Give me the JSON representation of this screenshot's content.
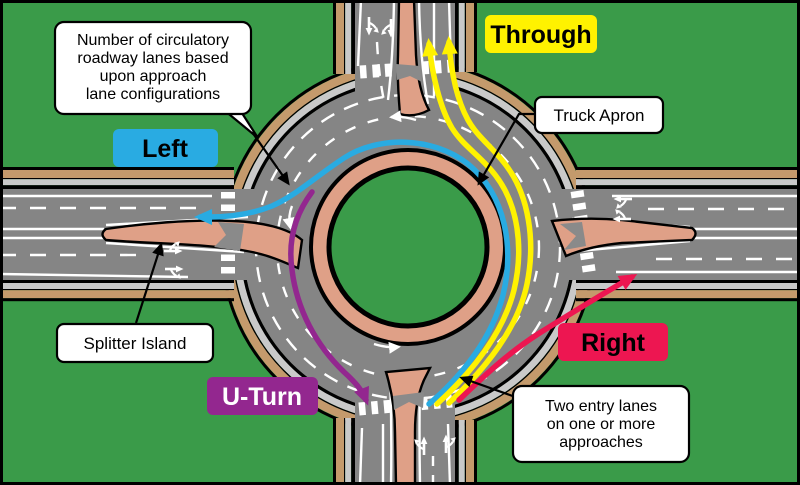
{
  "diagram": {
    "type": "roundabout-lane-configuration-diagram"
  },
  "colors": {
    "grass": "#3A9B49",
    "road": "#858585",
    "shoulder_light": "#C9C9C9",
    "shoulder_tan": "#C49A6C",
    "truck_apron": "#DFA087",
    "splitter_island": "#DFA087",
    "marking_white": "#FFFFFF",
    "outline_black": "#000000",
    "island_cut_gray": "#8A8A8A"
  },
  "movements": {
    "left": {
      "label": "Left",
      "color": "#29ABE2",
      "text_color": "#000000"
    },
    "through": {
      "label": "Through",
      "color": "#FFF200",
      "text_color": "#000000"
    },
    "right": {
      "label": "Right",
      "color": "#ED1651",
      "text_color": "#000000"
    },
    "u_turn": {
      "label": "U-Turn",
      "color": "#93278F",
      "text_color": "#FFFFFF"
    }
  },
  "callouts": {
    "circulatory": {
      "lines": [
        "Number of circulatory",
        "roadway lanes based",
        "upon approach",
        "lane configurations"
      ]
    },
    "truck_apron": {
      "text": "Truck Apron"
    },
    "splitter_island": {
      "text": "Splitter Island"
    },
    "two_entry": {
      "lines": [
        "Two entry lanes",
        "on one or more",
        "approaches"
      ]
    }
  }
}
